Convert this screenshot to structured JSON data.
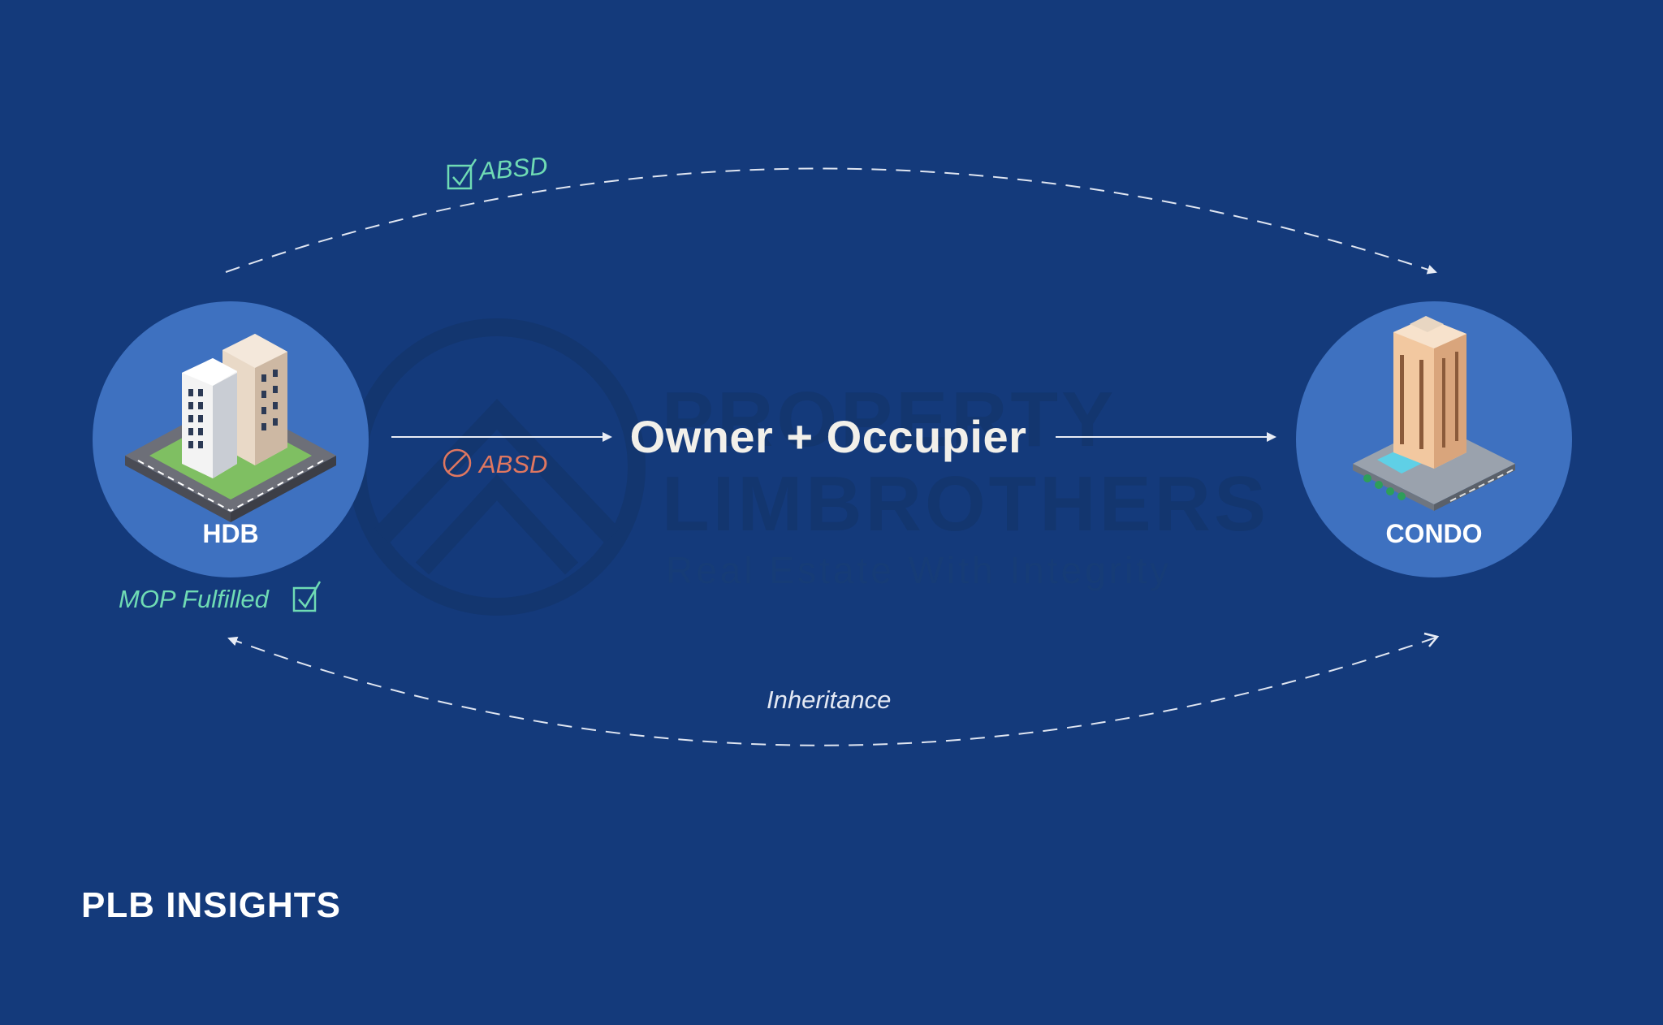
{
  "center": {
    "label": "Owner + Occupier"
  },
  "nodes": {
    "hdb": {
      "label": "HDB"
    },
    "condo": {
      "label": "CONDO"
    }
  },
  "annotations": {
    "absd_top": "ABSD",
    "absd_mid": "ABSD",
    "mop": "MOP Fulfilled",
    "inheritance": "Inheritance"
  },
  "watermark": {
    "line1": "PROPERTY",
    "line2": "LIMBROTHERS",
    "tagline": "Real Estate With Integrity"
  },
  "brand": {
    "text": "PLB INSIGHTS"
  },
  "colors": {
    "background": "#143a7b",
    "circle": "#3e71c0",
    "check_green": "#6fdbb4",
    "prohibited_red": "#e07760",
    "arrow": "#e8ecf5"
  },
  "icons": {
    "absd_top": "checkbox-checked-icon",
    "absd_mid": "prohibited-icon",
    "mop": "checkbox-checked-icon",
    "hdb": "hdb-buildings-icon",
    "condo": "condo-tower-icon"
  }
}
